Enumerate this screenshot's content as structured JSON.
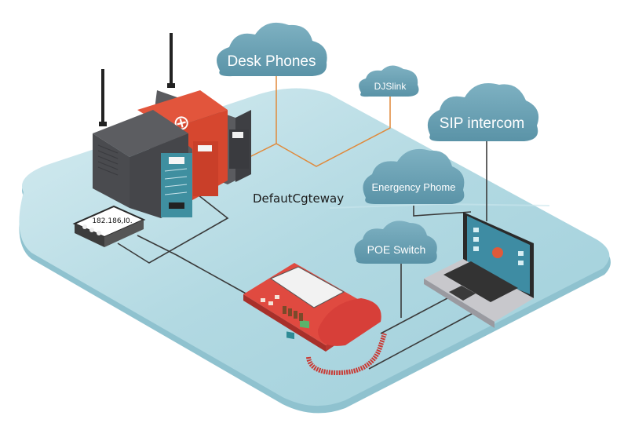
{
  "diagram": {
    "title": "VoIP network diagram",
    "clouds": [
      {
        "id": "desk-phones",
        "label": "Desk Phones"
      },
      {
        "id": "djslink",
        "label": "DJSlink"
      },
      {
        "id": "sip-intercom",
        "label": "SIP intercom"
      },
      {
        "id": "emergency-phone",
        "label": "Energency Phome"
      },
      {
        "id": "poe-switch",
        "label": "POE Switch"
      }
    ],
    "gateway_label": "DefautCgteway",
    "switch_ip": "182.186,I0.",
    "devices": {
      "server_stack": "server-rack",
      "network_switch": "network-switch",
      "desk_phone": "red-ip-desk-phone",
      "laptop": "laptop"
    },
    "colors": {
      "platform": "#a9d4de",
      "platform_edge": "#7fb6c4",
      "cloud": "#5f98ac",
      "cloud_light": "#7aaebf",
      "orange_link": "#e0893a",
      "cable": "#3a3a3a",
      "phone_red": "#d9403a",
      "server_dark": "#4a4b4f",
      "server_red": "#d6472f",
      "server_teal": "#3f8fa0"
    }
  }
}
